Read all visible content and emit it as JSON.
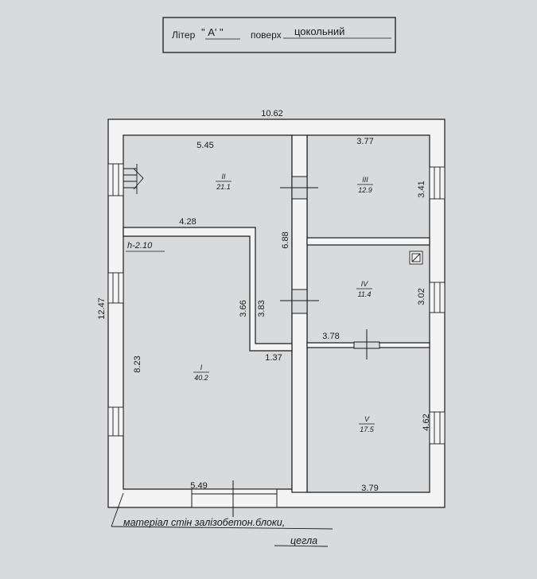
{
  "header": {
    "liter_label": "Літер",
    "liter_value": "\"   А'   \"",
    "floor_label": "поверх",
    "floor_value": "цокольний"
  },
  "dimensions": {
    "top_total": "10.62",
    "left_total": "12.47",
    "room2_width": "5.45",
    "room3_width": "3.77",
    "room3_height": "3.41",
    "inner_wall": "4.28",
    "height_note": "h-2.10",
    "middle_height": "6.88",
    "room4_height": "3.02",
    "step_a": "3.66",
    "step_b": "3.83",
    "room1_height": "8.23",
    "room1_step": "1.37",
    "room5_width_top": "3.78",
    "room5_height": "4.62",
    "room1_width": "5.49",
    "room5_width_bottom": "3.79"
  },
  "rooms": [
    {
      "number": "II",
      "area": "21.1"
    },
    {
      "number": "III",
      "area": "12.9"
    },
    {
      "number": "IV",
      "area": "11.4"
    },
    {
      "number": "I",
      "area": "40.2"
    },
    {
      "number": "V",
      "area": "17.5"
    }
  ],
  "footer": {
    "material_line1": "матеріал стін залізобетон.блоки,",
    "material_line2": "цегла"
  },
  "colors": {
    "paper": "#d9dadb",
    "ink": "#1b1b1b",
    "wall": "#f4f4f4"
  }
}
